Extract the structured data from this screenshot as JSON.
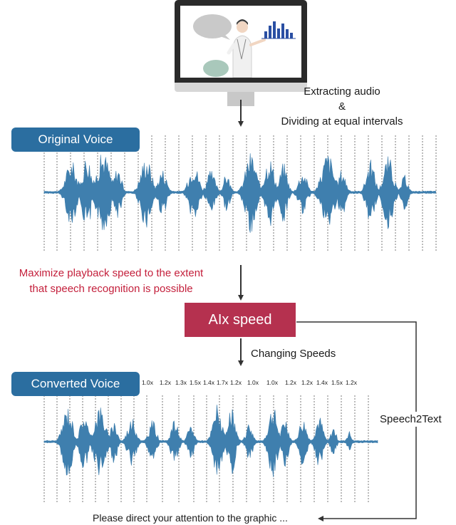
{
  "labels": {
    "step1_line1": "Extracting audio",
    "step1_line2": "&",
    "step1_line3": "Dividing at equal intervals",
    "original_voice": "Original Voice",
    "red_note_line1": "Maximize playback speed to the extent",
    "red_note_line2": "that speech recognition is possible",
    "aix_speed": "AIx speed",
    "changing_speeds": "Changing Speeds",
    "converted_voice": "Converted Voice",
    "speech2text": "Speech2Text",
    "result_text": "Please direct your attention to the graphic ..."
  },
  "speeds": [
    "1.0x",
    "1.2x",
    "1.3x",
    "1.5x",
    "1.4x",
    "1.7x",
    "1.2x",
    "1.0x",
    "1.0x",
    "1.2x",
    "1.2x",
    "1.4x",
    "1.5x",
    "1.2x"
  ],
  "colors": {
    "waveform": "#3f7fae",
    "label_box": "#2b6ea0",
    "aix_box": "#b5314f",
    "note_text": "#c4203c"
  },
  "icons": {
    "presenter": "presenter-icon",
    "speech_bubble": "speech-bubble-icon",
    "bar_chart": "bar-chart-icon"
  }
}
